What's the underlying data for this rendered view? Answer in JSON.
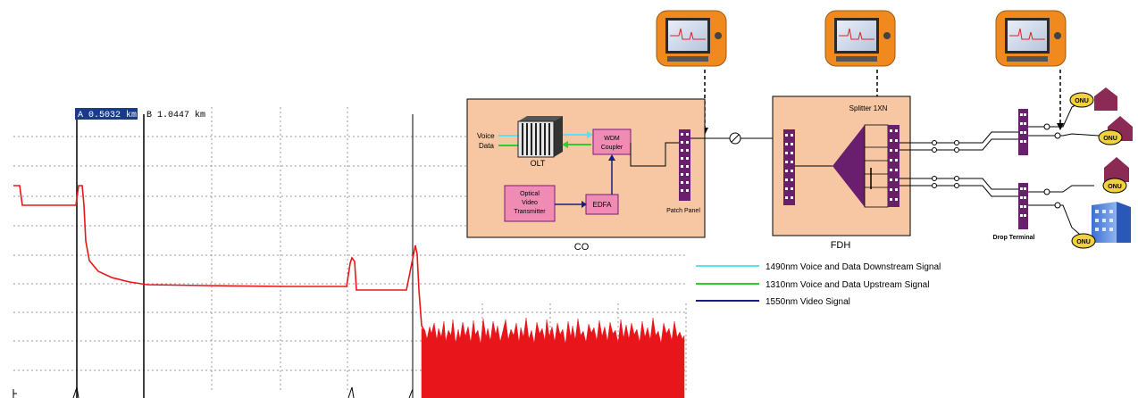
{
  "otdr": {
    "marker_a": "A 0.5032 km",
    "marker_b": "B 1.0447 km"
  },
  "diagram": {
    "co": {
      "title": "CO",
      "voice": "Voice",
      "data": "Data",
      "olt": "OLT",
      "wdm": [
        "WDM",
        "Coupler"
      ],
      "optical_tx": [
        "Optical",
        "Video",
        "Transmitter"
      ],
      "edfa": "EDFA",
      "patch_panel": "Patch Panel"
    },
    "fdh": {
      "title": "FDH",
      "splitter": "Splitter 1XN"
    },
    "drop_terminal": "Drop Terminal",
    "onu_label": "ONU",
    "legend": [
      {
        "label": "1490nm Voice and Data Downstream Signal",
        "color": "#5ee0f0"
      },
      {
        "label": "1310nm Voice and Data Upstream Signal",
        "color": "#2ecc2e"
      },
      {
        "label": "1550nm Video Signal",
        "color": "#1a1a8c"
      }
    ]
  },
  "colors": {
    "trace": "#e8161a",
    "box_fill": "#f7c7a3",
    "component_pink": "#f08cb4",
    "patch_purple": "#6a1e6e",
    "marker_bg": "#1a3a8c"
  }
}
